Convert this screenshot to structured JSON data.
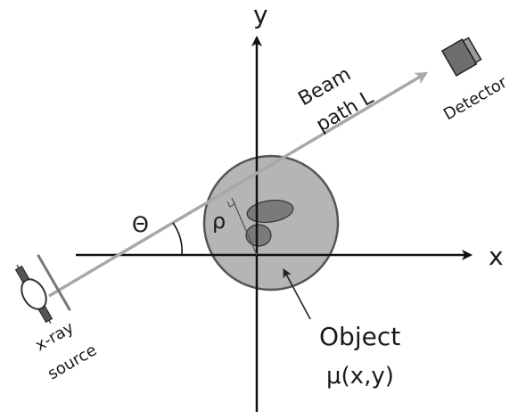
{
  "axes": {
    "x_label": "x",
    "y_label": "y"
  },
  "beam": {
    "label_line1": "Beam",
    "label_line2": "path L"
  },
  "detector": {
    "label": "Detector"
  },
  "source": {
    "label_line1": "x-ray",
    "label_line2": "source"
  },
  "angle": {
    "symbol": "Θ"
  },
  "distance": {
    "symbol": "ρ"
  },
  "object": {
    "label": "Object",
    "function_label": "μ(x,y)"
  },
  "colors": {
    "beam": "#a8a8a8",
    "object_fill": "#b5b5b5",
    "object_stroke": "#555555",
    "inclusion_fill": "#7a7a7a",
    "detector_fill": "#6e6e6e",
    "axis": "#111111"
  }
}
